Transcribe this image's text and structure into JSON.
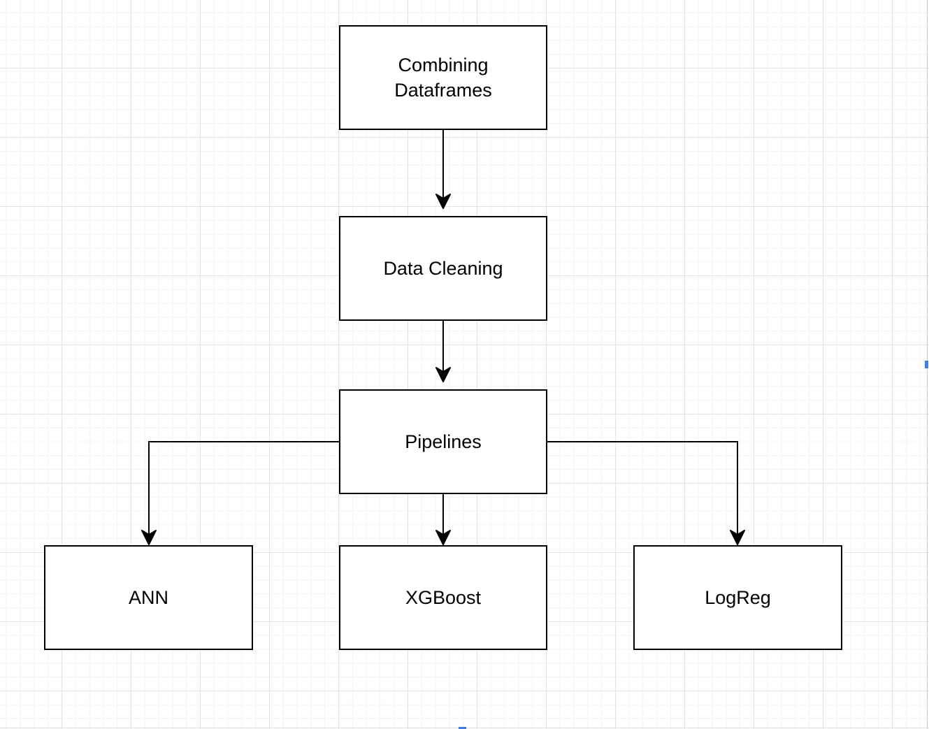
{
  "diagram": {
    "nodes": {
      "combining": "Combining Dataframes",
      "cleaning": "Data Cleaning",
      "pipelines": "Pipelines",
      "ann": "ANN",
      "xgboost": "XGBoost",
      "logreg": "LogReg"
    },
    "edges": [
      {
        "from": "combining",
        "to": "cleaning"
      },
      {
        "from": "cleaning",
        "to": "pipelines"
      },
      {
        "from": "pipelines",
        "to": "ann"
      },
      {
        "from": "pipelines",
        "to": "xgboost"
      },
      {
        "from": "pipelines",
        "to": "logreg"
      }
    ],
    "colors": {
      "stroke": "#000000",
      "fill": "#ffffff",
      "selection_handle": "#3f7ee8"
    }
  }
}
